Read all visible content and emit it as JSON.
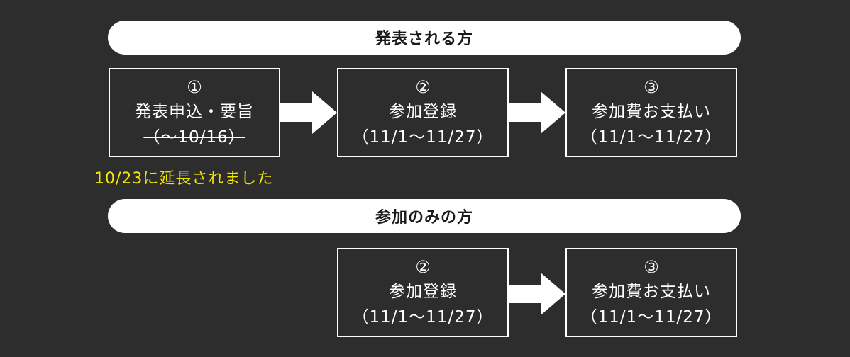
{
  "sections": {
    "presenter": {
      "label": "発表される方"
    },
    "attendee": {
      "label": "参加のみの方"
    }
  },
  "steps": {
    "submit": {
      "number": "①",
      "title": "発表申込・要旨",
      "period": "（〜10/16）",
      "period_struck": true
    },
    "register": {
      "number": "②",
      "title": "参加登録",
      "period": "（11/1〜11/27）"
    },
    "payment": {
      "number": "③",
      "title": "参加費お支払い",
      "period": "（11/1〜11/27）"
    }
  },
  "notes": {
    "extension": "10/23に延長されました"
  },
  "colors": {
    "background": "#2d2d2d",
    "foreground": "#ffffff",
    "note": "#f2e500"
  }
}
